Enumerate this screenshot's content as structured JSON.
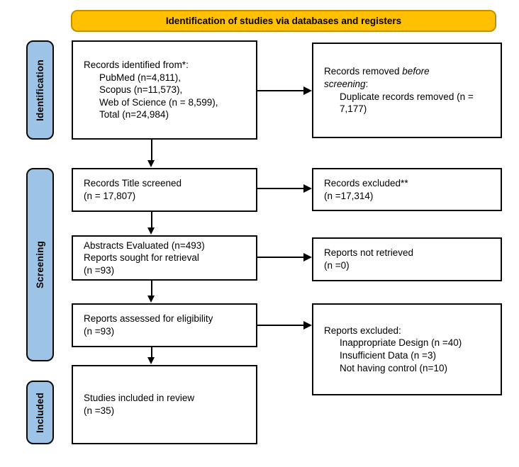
{
  "banner": {
    "label": "Identification of studies via databases and registers"
  },
  "colors": {
    "banner_bg": "#FFC000",
    "banner_border": "#BF8F00",
    "stage_bg": "#9DC3E6",
    "box_border": "#0a0a0a",
    "arrow": "#000000"
  },
  "sidebar": {
    "stages": [
      {
        "label": "Identification"
      },
      {
        "label": "Screening"
      },
      {
        "label": "Included"
      }
    ]
  },
  "flow": {
    "identified": {
      "title": "Records identified from*:",
      "items": [
        "PubMed (n=4,811),",
        "Scopus (n=11,573),",
        "Web of Science (n = 8,599),",
        "Total (n=24,984)"
      ]
    },
    "removed": {
      "t1": "Records removed ",
      "t2": "before",
      "t3": "screening",
      "t4": ":",
      "items": [
        "Duplicate records removed (n = 7,177)"
      ]
    },
    "title_screened": {
      "lines": [
        "Records Title screened",
        "(n = 17,807)"
      ]
    },
    "records_excluded": {
      "lines": [
        "Records excluded**",
        "(n =17,314)"
      ]
    },
    "abstracts": {
      "lines": [
        "Abstracts Evaluated (n=493)",
        "Reports sought for retrieval",
        "(n =93)"
      ]
    },
    "not_retrieved": {
      "lines": [
        "Reports not retrieved",
        "(n =0)"
      ]
    },
    "assessed": {
      "lines": [
        "Reports assessed for eligibility",
        "(n =93)"
      ]
    },
    "reports_excluded": {
      "title": "Reports excluded:",
      "items": [
        "Inappropriate Design (n =40)",
        "Insufficient Data (n =3)",
        "Not having control (n=10)"
      ]
    },
    "included": {
      "lines": [
        "Studies included in review",
        "(n =35)"
      ]
    }
  }
}
